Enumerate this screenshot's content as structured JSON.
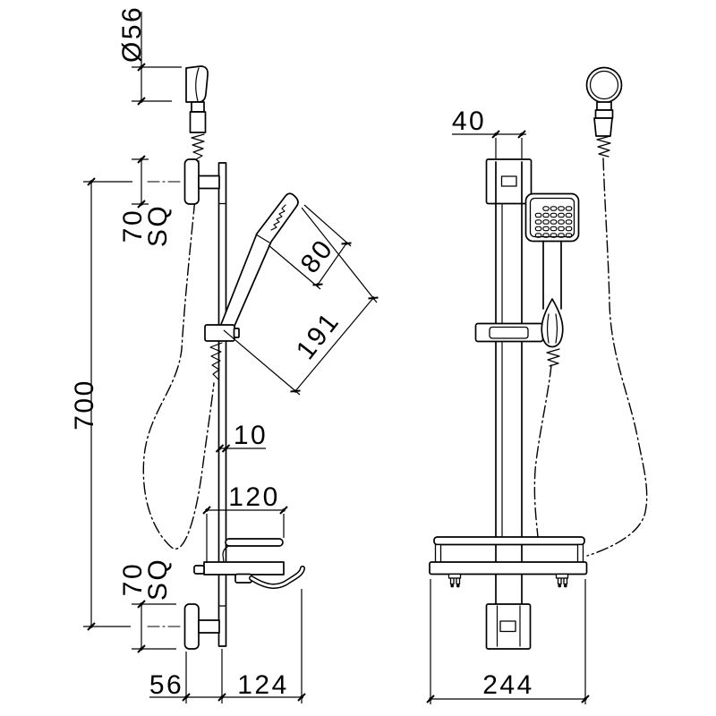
{
  "drawing": {
    "subject": "Shower rail set with hand shower, slide bracket and soap shelf - dimensioned technical drawing",
    "views": [
      "side elevation",
      "front elevation"
    ],
    "units": "mm"
  },
  "dims": {
    "holder_diameter": "Ø56",
    "top_flange_value": "70",
    "top_flange_suffix": "SQ",
    "rail_centres": "700",
    "head_length": "80",
    "handset_length": "191",
    "rail_depth": "10",
    "shelf_projection": "120",
    "bottom_flange_value": "70",
    "bottom_flange_suffix": "SQ",
    "wall_to_rail": "56",
    "rail_to_hook": "124",
    "rail_width": "40",
    "shelf_width": "244"
  },
  "style": {
    "line_color": "#000000",
    "background": "#ffffff"
  }
}
